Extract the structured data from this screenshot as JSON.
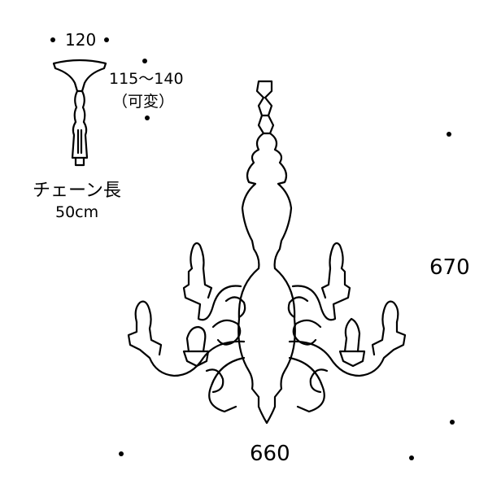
{
  "canopy": {
    "width": "120",
    "height_range": "115～140",
    "height_note": "（可変）"
  },
  "chain": {
    "label": "チェーン長",
    "length": "50cm"
  },
  "fixture": {
    "height": "670",
    "width": "660"
  }
}
